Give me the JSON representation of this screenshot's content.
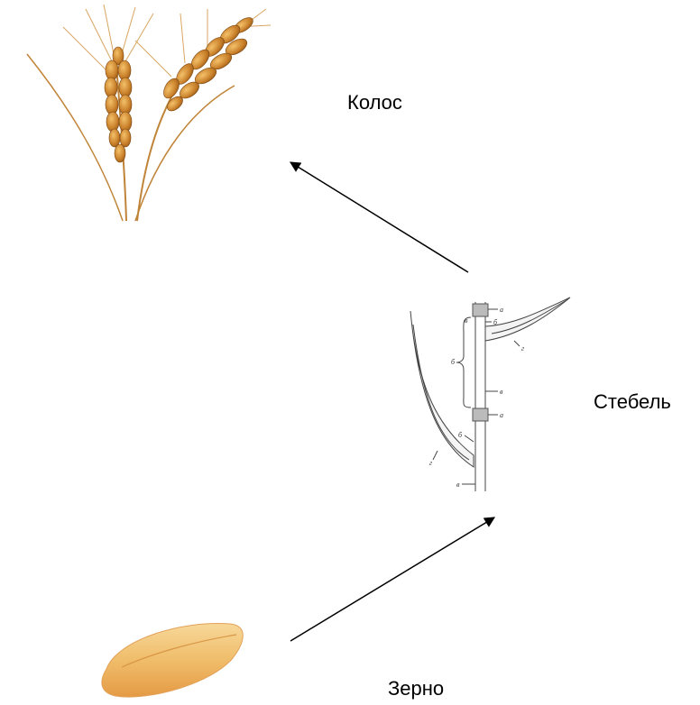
{
  "labels": {
    "spike": "Колос",
    "stem": "Стебель",
    "grain": "Зерно"
  },
  "stem_diagram_letters": [
    "а",
    "б",
    "в",
    "г",
    "а",
    "б",
    "в",
    "г",
    "б",
    "в"
  ],
  "colors": {
    "spike_main": "#c98a2e",
    "spike_dark": "#8a5514",
    "grain": "#f2c57a",
    "arrow": "#000000"
  }
}
